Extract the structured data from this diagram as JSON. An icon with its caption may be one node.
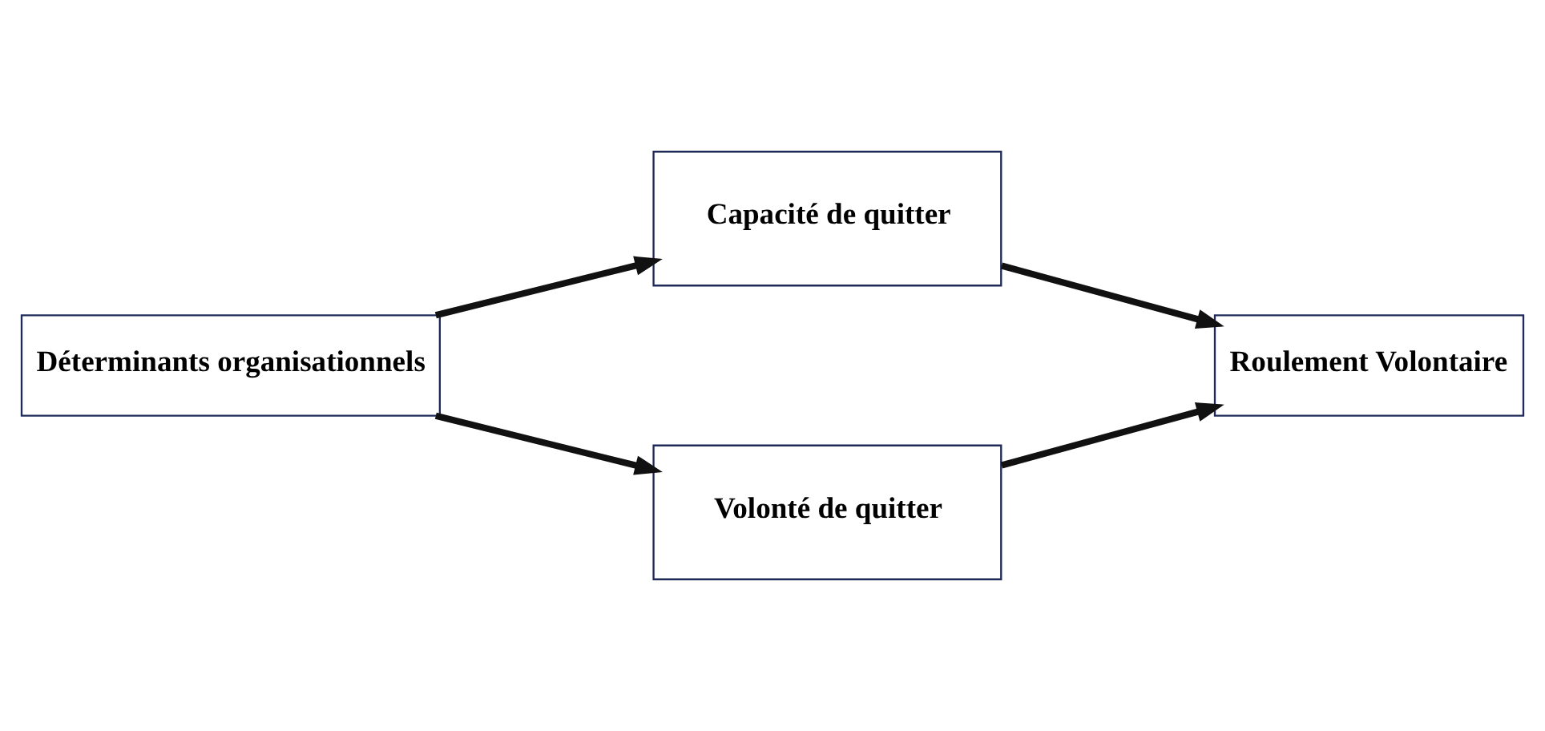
{
  "diagram": {
    "nodes": [
      {
        "text": [
          "Déterminants organisationnels"
        ]
      },
      {
        "text": [
          "Capacité de quitter"
        ]
      },
      {
        "text": [
          "Volonté de quitter"
        ]
      },
      {
        "text": [
          "Roulement Volontaire"
        ]
      }
    ],
    "edges": [
      {
        "from": 0,
        "to": 1,
        "arrow": "to"
      },
      {
        "from": 0,
        "to": 2,
        "arrow": "to"
      },
      {
        "from": 1,
        "to": 3,
        "arrow": "to"
      },
      {
        "from": 2,
        "to": 3,
        "arrow": "to"
      }
    ]
  }
}
